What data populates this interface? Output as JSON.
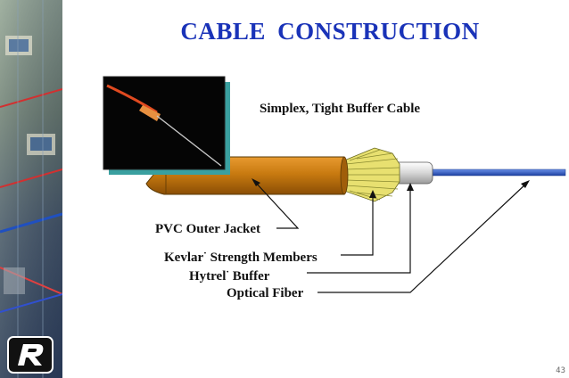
{
  "slide": {
    "title": "CABLE  CONSTRUCTION",
    "subtitle": "Simplex, Tight Buffer Cable",
    "page_number": "43"
  },
  "labels": {
    "outer_jacket": "PVC Outer Jacket",
    "kevlar_name": "Kevlar",
    "kevlar_mark": "·",
    "kevlar_rest": "Strength Members",
    "hytrel_name": "Hytrel",
    "hytrel_mark": "·",
    "hytrel_rest": "Buffer",
    "optical_fiber": "Optical Fiber"
  },
  "colors": {
    "title": "#1a33b8",
    "jacket": "#c87a10",
    "kevlar": "#e8e070",
    "buffer": "#e0e0e0",
    "fiber": "#2c5cc8",
    "photo_bg": "#050505"
  },
  "icons": {
    "logo": "r-logo-icon",
    "sidebar": "network-collage-image",
    "photo": "fiber-photo-image"
  }
}
